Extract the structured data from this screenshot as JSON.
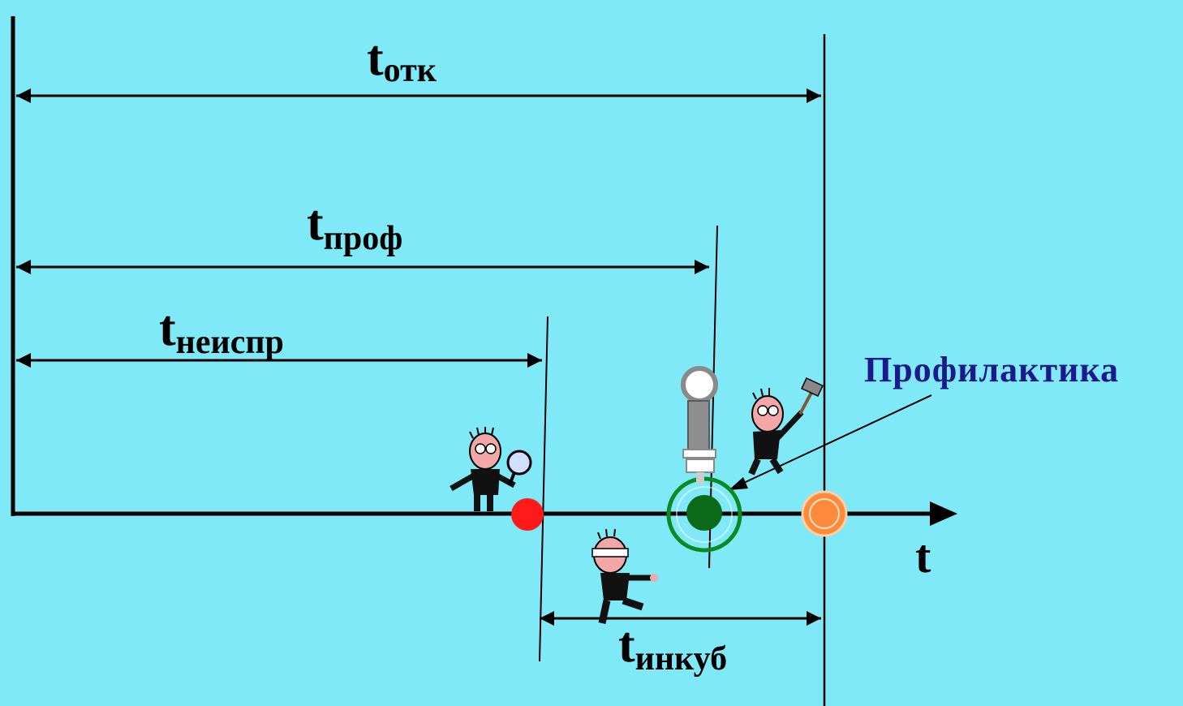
{
  "labels": {
    "t_otk": {
      "main": "t",
      "sub": "отк"
    },
    "t_prof": {
      "main": "t",
      "sub": "проф"
    },
    "t_neispr": {
      "main": "t",
      "sub": "неиспр"
    },
    "t_inkub": {
      "main": "t",
      "sub": "инкуб"
    },
    "time_axis": "t",
    "profilaktika": "Профилактика"
  },
  "colors": {
    "background": "#7fe9f7",
    "fault_point": "#ff1a1a",
    "prophylaxis_point": "#0a7a1e",
    "failure_point": "#ff8a3c",
    "profilaktika_text": "#1a1a8c"
  },
  "figures": [
    {
      "name": "inspector-figure",
      "icon": "person-with-magnifier-icon"
    },
    {
      "name": "blindfolded-figure",
      "icon": "blindfolded-person-icon"
    },
    {
      "name": "repair-figure",
      "icon": "person-with-hammer-icon"
    },
    {
      "name": "syringe",
      "icon": "syringe-icon"
    }
  ]
}
